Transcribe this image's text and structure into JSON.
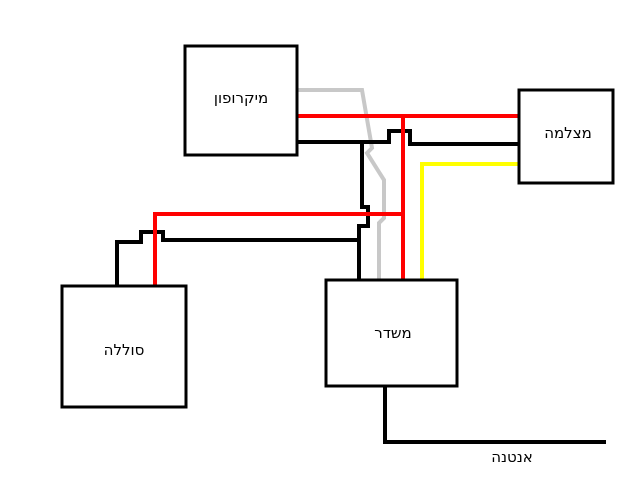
{
  "components": {
    "microphone": {
      "label": "מיקרופון"
    },
    "camera": {
      "label": "מצלמה"
    },
    "battery": {
      "label": "סוללה"
    },
    "transmitter": {
      "label": "משדר"
    }
  },
  "antenna": {
    "label": "אנטנה"
  },
  "wire_colors": {
    "black": "#000000",
    "red": "#ff0000",
    "gray": "#c8c8c8",
    "yellow": "#ffff00"
  }
}
